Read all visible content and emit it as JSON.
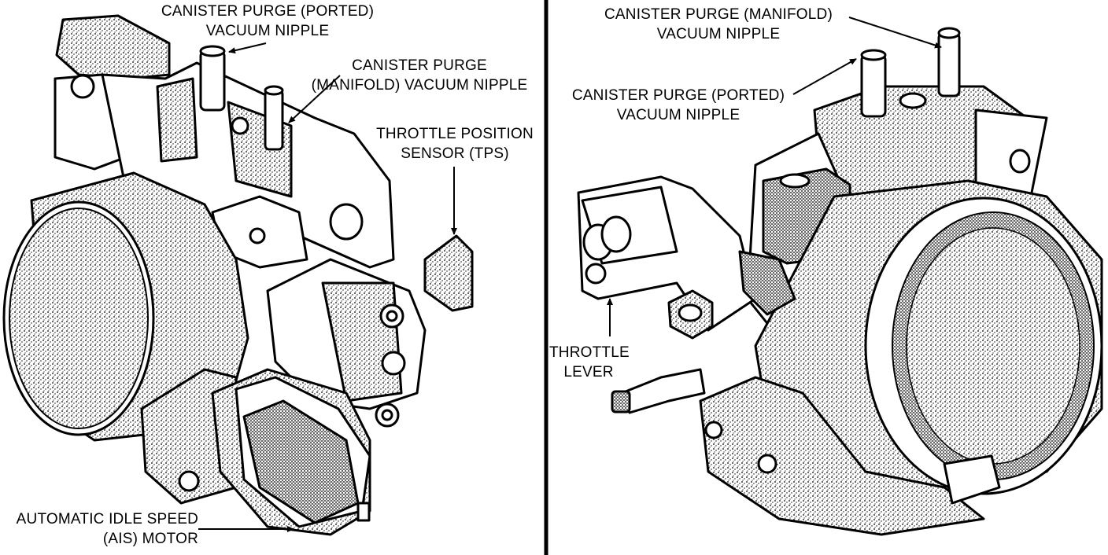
{
  "left_view": {
    "labels": {
      "ported_nipple": [
        "CANISTER PURGE (PORTED)",
        "VACUUM NIPPLE"
      ],
      "manifold_nipple": [
        "CANISTER PURGE",
        "(MANIFOLD) VACUUM NIPPLE"
      ],
      "tps": [
        "THROTTLE POSITION",
        "SENSOR (TPS)"
      ],
      "ais": [
        "AUTOMATIC IDLE SPEED",
        "(AIS) MOTOR"
      ]
    }
  },
  "right_view": {
    "labels": {
      "manifold_nipple": [
        "CANISTER PURGE (MANIFOLD)",
        "VACUUM NIPPLE"
      ],
      "ported_nipple": [
        "CANISTER PURGE (PORTED)",
        "VACUUM NIPPLE"
      ],
      "throttle_lever": [
        "THROTTLE",
        "LEVER"
      ]
    }
  },
  "colors": {
    "ink": "#000000",
    "paper": "#ffffff",
    "shade": "#bdbdbd"
  }
}
